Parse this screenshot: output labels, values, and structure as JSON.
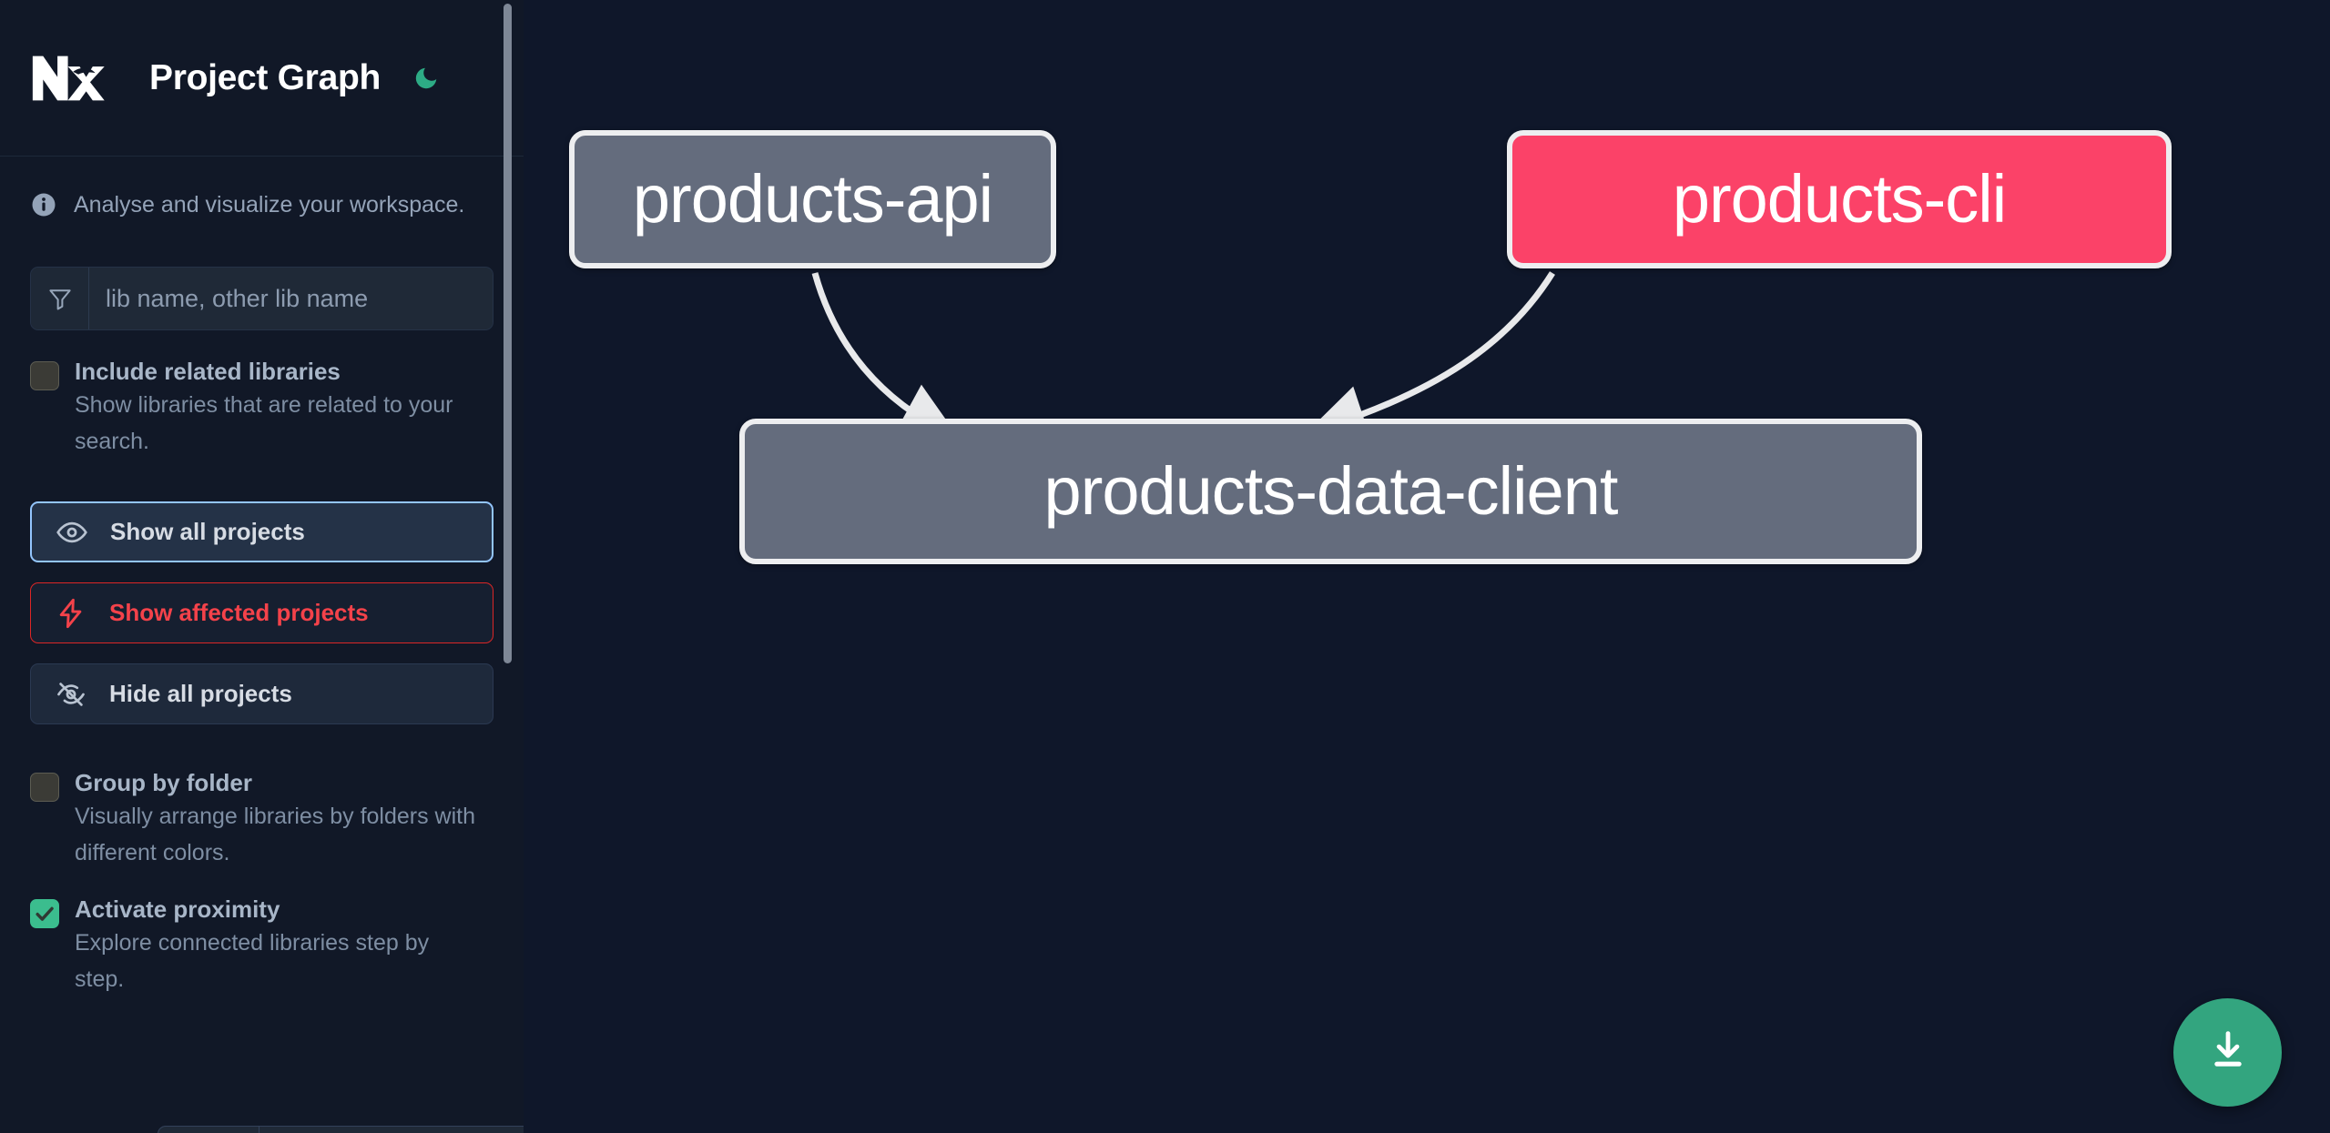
{
  "app": {
    "title": "Project Graph",
    "logo_icon": "nx-logo",
    "theme_toggle_icon": "moon-icon",
    "background_color": "#0f172a",
    "sidebar_color": "#111827"
  },
  "sidebar": {
    "info": {
      "icon": "info-circle-icon",
      "text": "Analyse and visualize your workspace."
    },
    "filter": {
      "icon": "funnel-filter-icon",
      "placeholder": "lib name, other lib name",
      "value": ""
    },
    "options": [
      {
        "id": "include-related-libraries",
        "label": "Include related libraries",
        "description": "Show libraries that are related to your search.",
        "checked": false
      },
      {
        "id": "group-by-folder",
        "label": "Group by folder",
        "description": "Visually arrange libraries by folders with different colors.",
        "checked": false
      },
      {
        "id": "activate-proximity",
        "label": "Activate proximity",
        "description": "Explore connected libraries step by step.",
        "checked": true
      }
    ],
    "buttons": [
      {
        "id": "show-all-projects",
        "label": "Show all projects",
        "icon": "eye-icon",
        "style": "primary",
        "accent": "#93c5fd"
      },
      {
        "id": "show-affected-projects",
        "label": "Show affected projects",
        "icon": "lightning-bolt-icon",
        "style": "danger",
        "accent": "#f4424a"
      },
      {
        "id": "hide-all-projects",
        "label": "Hide all projects",
        "icon": "eye-off-icon",
        "style": "default",
        "accent": "#d7dce4"
      }
    ]
  },
  "graph": {
    "nodes": [
      {
        "id": "products-api",
        "label": "products-api",
        "color": "#646c7d",
        "state": "normal"
      },
      {
        "id": "products-cli",
        "label": "products-cli",
        "color": "#fb4268",
        "state": "affected"
      },
      {
        "id": "products-data-client",
        "label": "products-data-client",
        "color": "#646c7d",
        "state": "normal"
      }
    ],
    "edges": [
      {
        "from": "products-api",
        "to": "products-data-client"
      },
      {
        "from": "products-cli",
        "to": "products-data-client"
      }
    ],
    "edge_color": "#e8e9eb"
  },
  "download_button": {
    "icon": "download-icon",
    "color": "#33a57f"
  }
}
